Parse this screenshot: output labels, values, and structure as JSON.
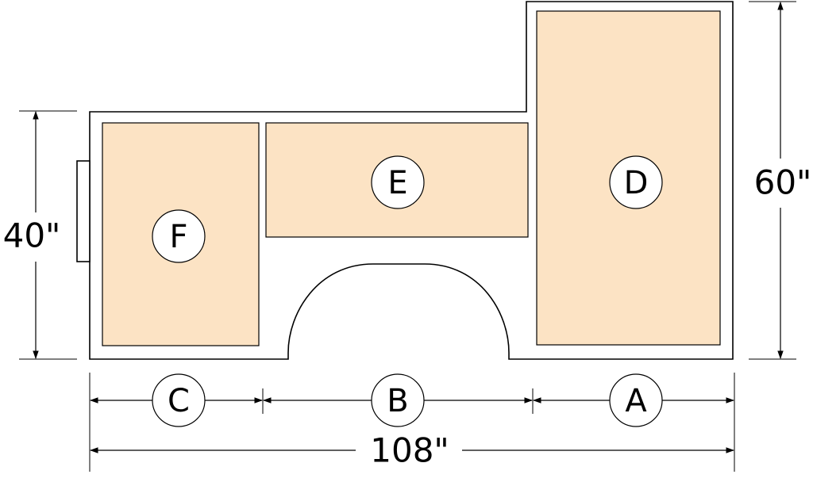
{
  "colors": {
    "cushion_fill": "#fce3c4",
    "outline": "#000000",
    "background": "#ffffff"
  },
  "sections": {
    "a": "A",
    "b": "B",
    "c": "C",
    "d": "D",
    "e": "E",
    "f": "F"
  },
  "dimensions": {
    "left_height": "40\"",
    "right_height": "60\"",
    "total_width": "108\""
  }
}
